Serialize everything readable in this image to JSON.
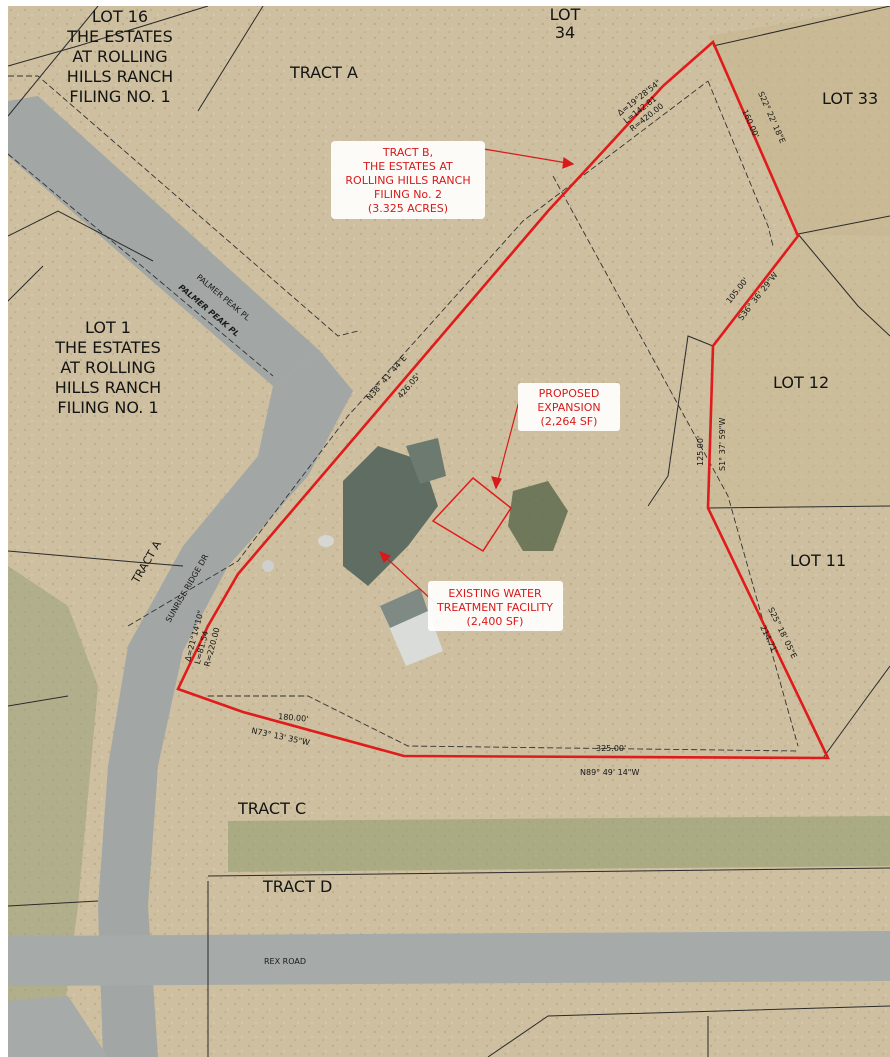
{
  "lots": {
    "lot16": [
      "LOT 16",
      "THE ESTATES",
      "AT ROLLING",
      "HILLS RANCH",
      "FILING NO. 1"
    ],
    "lot1": [
      "LOT 1",
      "THE ESTATES",
      "AT ROLLING",
      "HILLS RANCH",
      "FILING NO. 1"
    ],
    "lot34": [
      "LOT",
      "34"
    ],
    "lot33": "LOT 33",
    "lot12": "LOT 12",
    "lot11": "LOT 11"
  },
  "tracts": {
    "a_top": "TRACT A",
    "a_left": "TRACT A",
    "c": "TRACT C",
    "d": "TRACT D"
  },
  "roads": {
    "palmer_1": "PALMER PEAK PL",
    "palmer_2": "PALMER PEAK PL",
    "sunrise": "SUNRISE RIDGE DR",
    "rex": "REX ROAD"
  },
  "callouts": {
    "tract_b": [
      "TRACT B,",
      "THE ESTATES AT",
      "ROLLING HILLS RANCH",
      "FILING No. 2",
      "(3.325 ACRES)"
    ],
    "expansion": [
      "PROPOSED",
      "EXPANSION",
      "(2,264 SF)"
    ],
    "existing": [
      "EXISTING WATER",
      "TREATMENT FACILITY",
      "(2,400 SF)"
    ]
  },
  "dimensions": {
    "curve_ne": [
      "Δ=19°28'54\"",
      "L=142.81",
      "R=420.00"
    ],
    "north_bearing": "N38° 41' 44\"E",
    "north_dist": "426.05'",
    "ne_bearing": "S22° 22' 18\"E",
    "ne_dist": "160.00'",
    "e1_bearing": "S36° 36' 29\"W",
    "e1_dist": "105.00'",
    "e2_bearing": "S1° 37' 59\"W",
    "e2_dist": "125.00'",
    "se_bearing": "S25° 18' 05\"E",
    "se_dist": "214.71'",
    "south_bearing": "N89° 49' 14\"W",
    "south_dist": "325.00'",
    "sw_bearing": "N73° 13' 35\"W",
    "sw_dist": "180.00'",
    "curve_sw": [
      "Δ=21°14'10\"",
      "L=81.54",
      "R=220.00"
    ]
  },
  "colors": {
    "boundary": "#e01b1b",
    "annotation": "#d81a1a",
    "ground": "#cfc1a2",
    "road": "#9ea4a4",
    "roof": "#58665e"
  }
}
